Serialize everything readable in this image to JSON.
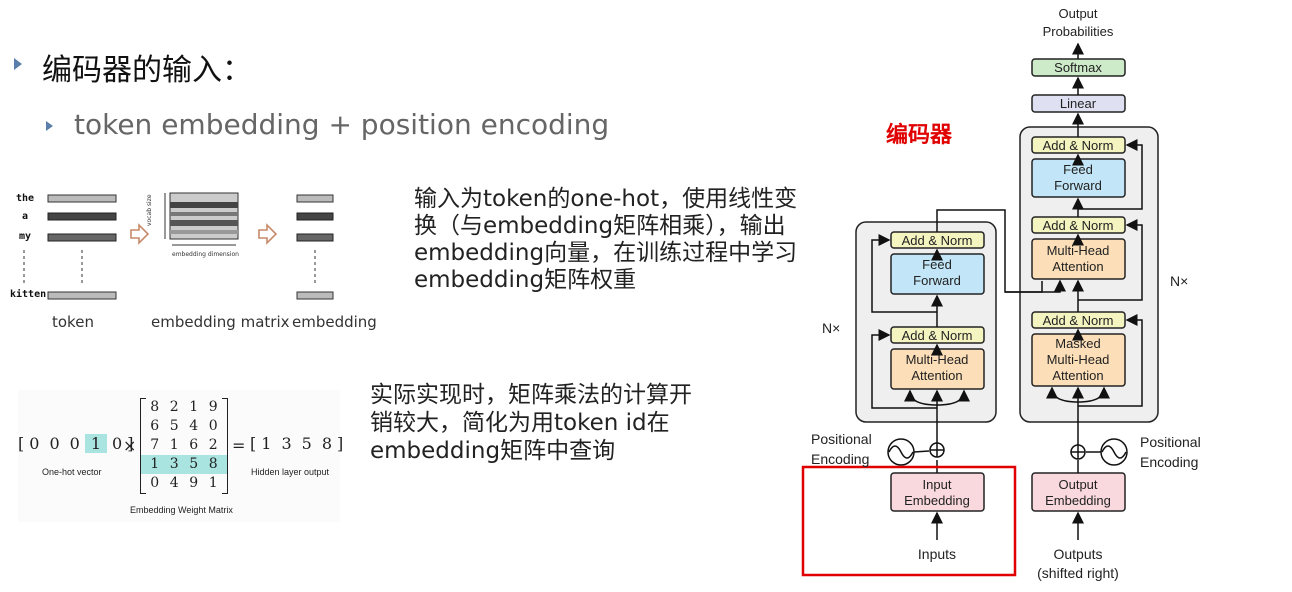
{
  "slide": {
    "title": "编码器的输入：",
    "subtitle": "token embedding + position encoding",
    "para1": [
      "输入为token的one-hot，使用线性变",
      "换（与embedding矩阵相乘），输出",
      "embedding向量，在训练过程中学习",
      "embedding矩阵权重"
    ],
    "para2": [
      "实际实现时，矩阵乘法的计算开",
      "销较大，简化为用token id在",
      "embedding矩阵中查询"
    ]
  },
  "fig_embed": {
    "tokens": [
      "the",
      "a",
      "my",
      "kitten"
    ],
    "label_token": "token",
    "label_matrix": "embedding matrix",
    "label_embedding": "embedding",
    "vocab_size": "vocab size",
    "embedding_dimension": "embedding dimension"
  },
  "fig_matrix": {
    "onehot": [
      "0",
      "0",
      "0",
      "1",
      "0"
    ],
    "times": "×",
    "equals": "=",
    "rows": [
      [
        "8",
        "2",
        "1",
        "9"
      ],
      [
        "6",
        "5",
        "4",
        "0"
      ],
      [
        "7",
        "1",
        "6",
        "2"
      ],
      [
        "1",
        "3",
        "5",
        "8"
      ],
      [
        "0",
        "4",
        "9",
        "1"
      ]
    ],
    "result": [
      "1",
      "3",
      "5",
      "8"
    ],
    "onehot_label": "One-hot vector",
    "matrix_label": "Embedding Weight Matrix",
    "hidden_label": "Hidden layer output",
    "highlight_color": "#a9e4e0"
  },
  "transformer": {
    "encoder_label": "编码器",
    "output_probs": [
      "Output",
      "Probabilities"
    ],
    "softmax": "Softmax",
    "linear": "Linear",
    "add_norm": "Add & Norm",
    "feed_forward": [
      "Feed",
      "Forward"
    ],
    "multi_head": [
      "Multi-Head",
      "Attention"
    ],
    "masked_multi_head": [
      "Masked",
      "Multi-Head",
      "Attention"
    ],
    "nx": "N×",
    "positional_encoding": [
      "Positional",
      "Encoding"
    ],
    "input_embedding": [
      "Input",
      "Embedding"
    ],
    "output_embedding": [
      "Output",
      "Embedding"
    ],
    "inputs": "Inputs",
    "outputs": [
      "Outputs",
      "(shifted right)"
    ],
    "colors": {
      "highlight": "#e00000",
      "ff": "#c2e6f7",
      "attn": "#fcdfb8",
      "addnorm": "#f4f4c0",
      "emb": "#f9d9de",
      "softmax": "#cdeac9",
      "linear": "#dfe1f3"
    }
  }
}
